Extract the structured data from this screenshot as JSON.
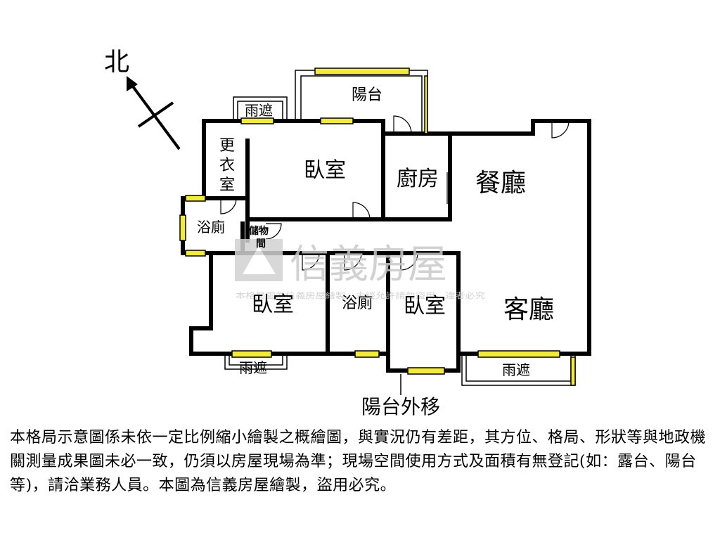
{
  "compass": {
    "label": "北"
  },
  "rooms": {
    "balcony_top": "陽台",
    "canopy_top": "雨遮",
    "dressing_1": "更",
    "dressing_2": "衣",
    "dressing_3": "室",
    "bedroom_master": "臥室",
    "kitchen": "廚房",
    "dining": "餐廳",
    "bath_left": "浴廁",
    "storage_1": "儲物",
    "storage_2": "間",
    "bedroom_left": "臥室",
    "bath_mid": "浴廁",
    "bedroom_small": "臥室",
    "living": "客廳",
    "canopy_left": "雨遮",
    "canopy_right": "雨遮",
    "balcony_moved": "陽台外移"
  },
  "watermark": {
    "brand": "信義房屋",
    "notice": "本格局圖為信義房屋繪製，未經允許請勿盜用，違者必究"
  },
  "disclaimer": "本格局示意圖係未依一定比例縮小繪製之概繪圖，與實況仍有差距，其方位、格局、形狀等與地政機關測量成果圖未必一致，仍須以房屋現場為準；現場空間使用方式及面積有無登記(如：露台、陽台等)，請洽業務人員。本圖為信義房屋繪製，盜用必究。",
  "colors": {
    "wall": "#000000",
    "window": "#f2ea3c",
    "watermark": "#c9c9c9"
  }
}
